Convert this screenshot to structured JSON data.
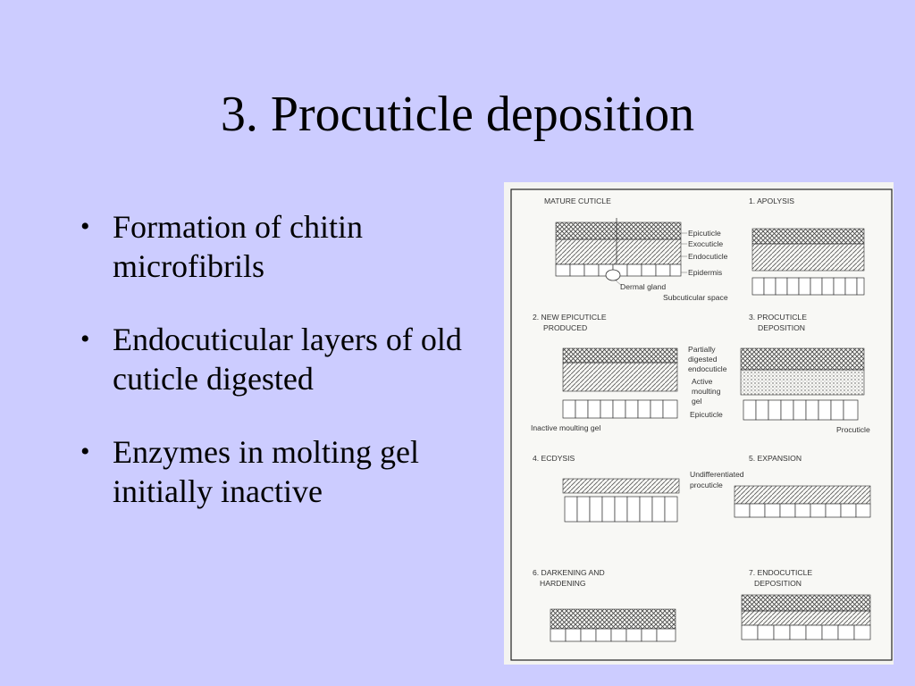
{
  "slide": {
    "title": "3. Procuticle deposition",
    "bullets": [
      "Formation of chitin microfibrils",
      "Endocuticular layers of old cuticle digested",
      "Enzymes in molting gel initially inactive"
    ]
  },
  "figure": {
    "panels": [
      {
        "title_lines": [
          "MATURE CUTICLE"
        ]
      },
      {
        "title_lines": [
          "1. APOLYSIS"
        ]
      },
      {
        "title_lines": [
          "2. NEW EPICUTICLE",
          "PRODUCED"
        ]
      },
      {
        "title_lines": [
          "3. PROCUTICLE",
          "DEPOSITION"
        ]
      },
      {
        "title_lines": [
          "4. ECDYSIS"
        ]
      },
      {
        "title_lines": [
          "5. EXPANSION"
        ]
      },
      {
        "title_lines": [
          "6. DARKENING AND",
          "HARDENING"
        ]
      },
      {
        "title_lines": [
          "7. ENDOCUTICLE",
          "DEPOSITION"
        ]
      }
    ],
    "labels": {
      "epicuticle": "Epicuticle",
      "exocuticle": "Exocuticle",
      "endocuticle": "Endocuticle",
      "epidermis": "Epidermis",
      "dermal_gland": "Dermal gland",
      "subcuticular_space": "Subcuticular space",
      "partially": "Partially",
      "digested": "digested",
      "endocuticle_lower": "endocuticle",
      "active": "Active",
      "moulting": "moulting",
      "gel": "gel",
      "epicuticle_2": "Epicuticle",
      "inactive_moulting_gel": "Inactive moulting gel",
      "procuticle": "Procuticle",
      "undifferentiated": "Undifferentiated",
      "procuticle_lower": "procuticle"
    }
  }
}
